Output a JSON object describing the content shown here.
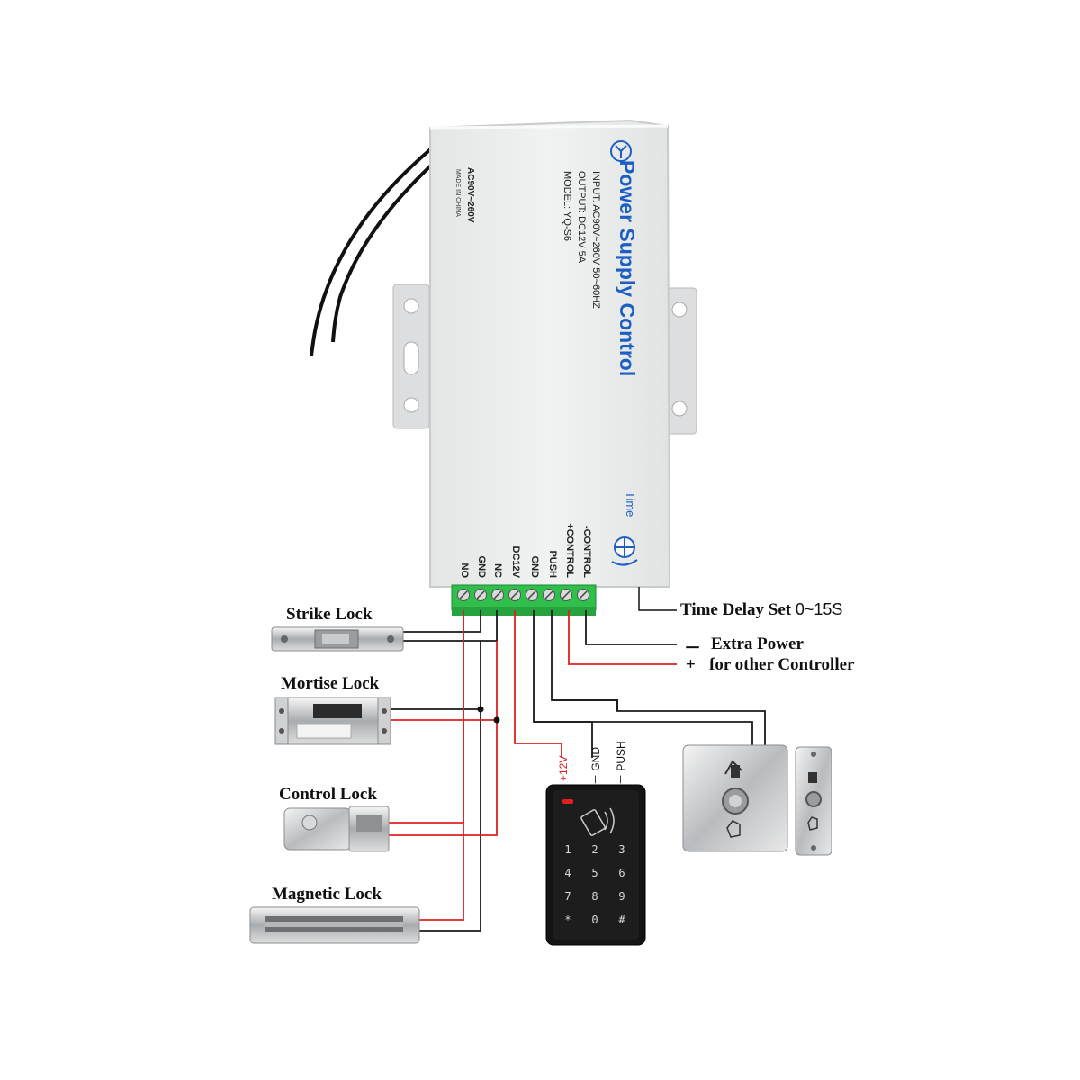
{
  "device": {
    "title": "Power Supply Control",
    "input": "INPUT: AC90V~260V 50~60HZ",
    "output": "OUTPUT: DC12V 5A",
    "model": "MODEL: YQ-S6",
    "voltage": "AC90V~260V",
    "made_in": "MADE IN CHINA",
    "time_label": "Time"
  },
  "terminals": [
    "-CONTROL",
    "+CONTROL",
    "PUSH",
    "GND",
    "DC12V",
    "NC",
    "GND",
    "NO"
  ],
  "callouts": {
    "time_delay": "Time Delay Set",
    "time_delay_range": "0~15S",
    "minus": "－",
    "extra_power": "Extra Power",
    "plus": "+",
    "other_controller": "for other Controller"
  },
  "locks": [
    {
      "label": "Strike Lock"
    },
    {
      "label": "Mortise Lock"
    },
    {
      "label": "Control Lock"
    },
    {
      "label": "Magnetic Lock"
    }
  ],
  "keypad_wires": {
    "v12": "+12V",
    "gnd": "－ GND",
    "push": "－ PUSH"
  },
  "keypad_keys": [
    "1",
    "2",
    "3",
    "4",
    "5",
    "6",
    "7",
    "8",
    "9",
    "*",
    "0",
    "#"
  ],
  "colors": {
    "wire_red": "#e02020",
    "wire_black": "#1a1a1a",
    "terminal_green": "#2fbf4a",
    "device_body": "#eceeee",
    "title_blue": "#1c5fc4"
  }
}
